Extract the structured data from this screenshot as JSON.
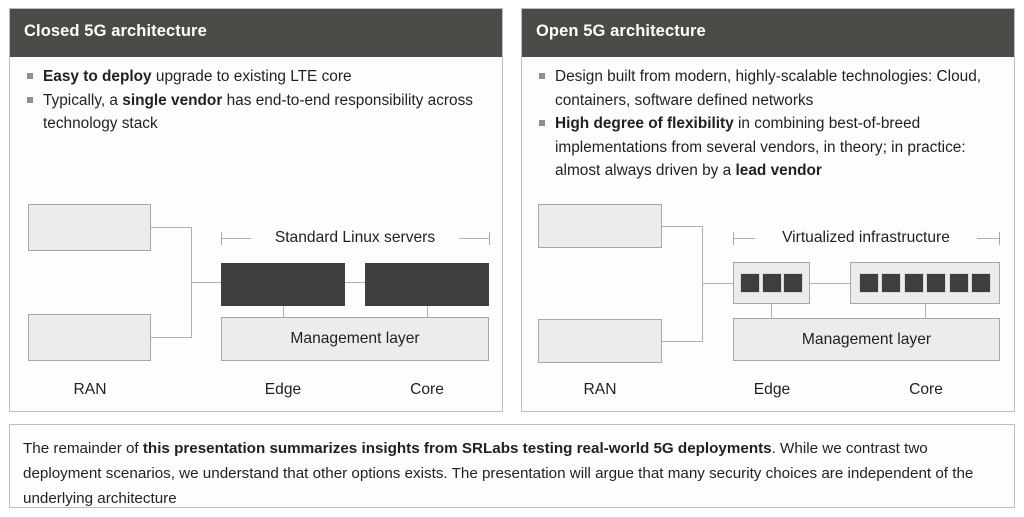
{
  "slide": {
    "panels": [
      {
        "id": "closed",
        "title": "Closed 5G architecture",
        "bullets": [
          [
            {
              "text": "Easy to deploy",
              "bold": true
            },
            {
              "text": " upgrade to existing LTE core",
              "bold": false
            }
          ],
          [
            {
              "text": "Typically, a ",
              "bold": false
            },
            {
              "text": "single vendor",
              "bold": true
            },
            {
              "text": " has end-to-end responsibility across technology stack",
              "bold": false
            }
          ]
        ],
        "diagram": {
          "bracket_label": "Standard Linux servers",
          "management_label": "Management layer",
          "column_labels": [
            "RAN",
            "Edge",
            "Core"
          ],
          "edge_style": "solid-block",
          "core_style": "solid-block",
          "edge_chip_count": 0,
          "core_chip_count": 0
        }
      },
      {
        "id": "open",
        "title": "Open 5G architecture",
        "bullets": [
          [
            {
              "text": "Design built from modern, highly-scalable technologies: Cloud, containers, software defined networks",
              "bold": false
            }
          ],
          [
            {
              "text": "High degree of flexibility",
              "bold": true
            },
            {
              "text": " in combining best-of-breed implementations from several vendors, in theory; in practice: almost always driven by a ",
              "bold": false
            },
            {
              "text": "lead vendor",
              "bold": true
            }
          ]
        ],
        "diagram": {
          "bracket_label": "Virtualized infrastructure",
          "management_label": "Management layer",
          "column_labels": [
            "RAN",
            "Edge",
            "Core"
          ],
          "edge_style": "chip-container",
          "core_style": "chip-container",
          "edge_chip_count": 3,
          "core_chip_count": 6
        }
      }
    ],
    "footer": [
      {
        "text": "The remainder of ",
        "bold": false
      },
      {
        "text": "this presentation summarizes insights from SRLabs testing real-world 5G deployments",
        "bold": true
      },
      {
        "text": ". While we contrast two deployment scenarios, we understand that other options exists. The presentation will argue that many security choices are independent of the underlying architecture",
        "bold": false
      }
    ],
    "colors": {
      "header_bar": "#4b4a47",
      "panel_border": "#bdbdbd",
      "box_fill": "#ececec",
      "box_border": "#a6a6a6",
      "dark_block": "#3e3e3c",
      "connector": "#b0b0b0",
      "text": "#231f20",
      "header_text": "#ffffff"
    }
  }
}
